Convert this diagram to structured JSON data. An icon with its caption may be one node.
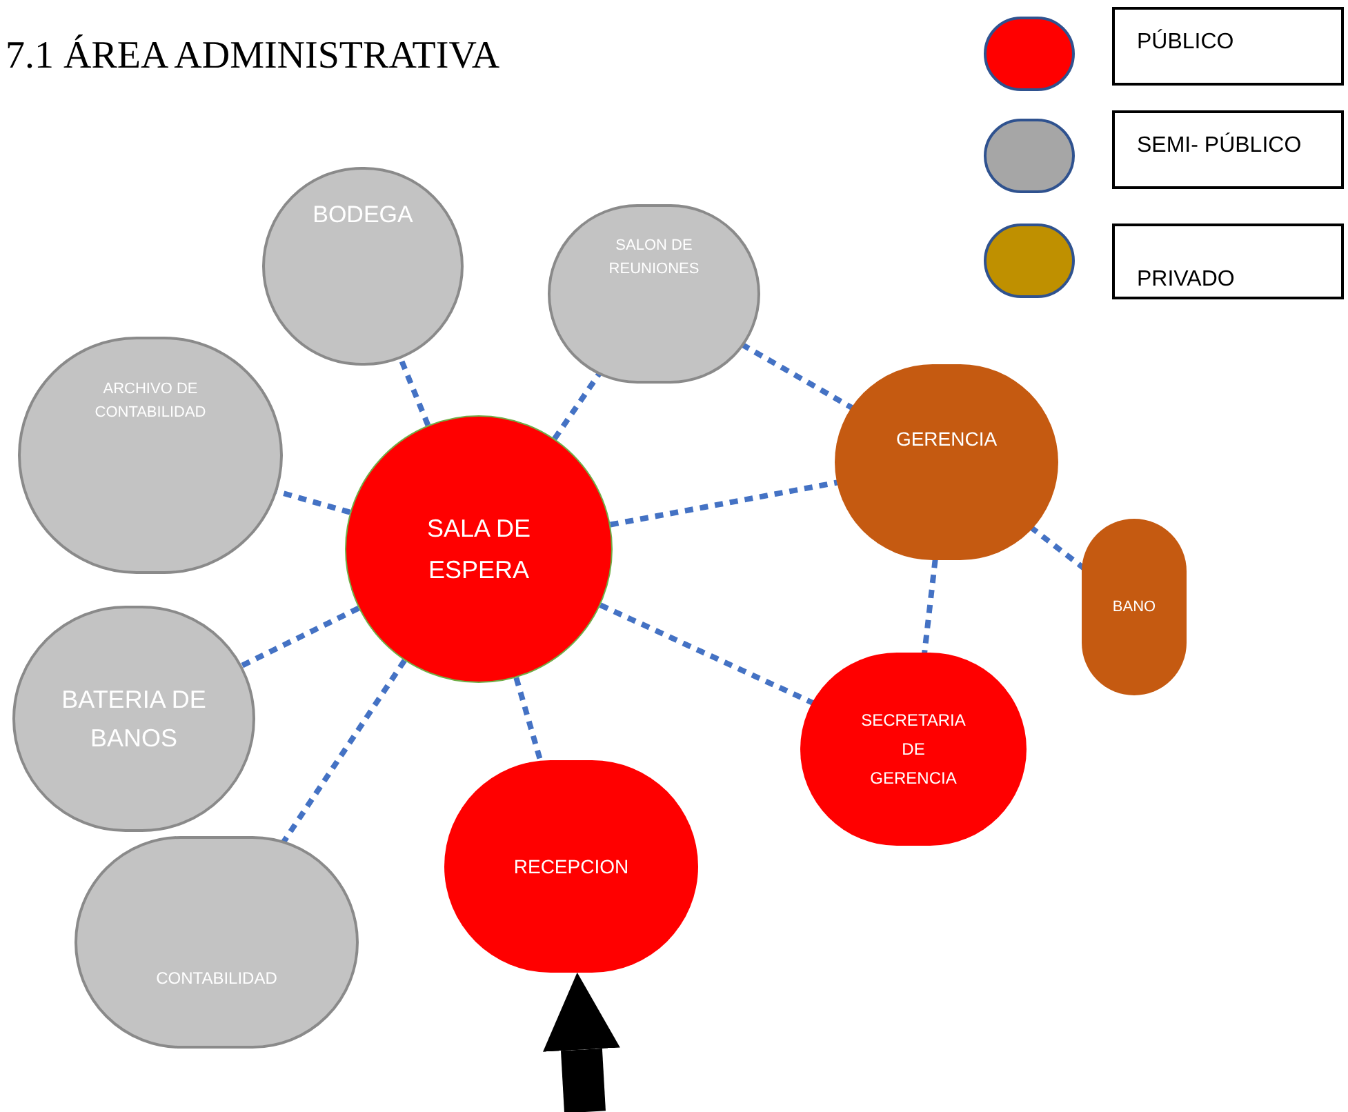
{
  "diagram": {
    "title": "7.1 ÁREA ADMINISTRATIVA",
    "nodes": [
      {
        "text": [
          "BODEGA"
        ]
      },
      {
        "text": [
          "SALON DE REUNIONES"
        ]
      },
      {
        "text": [
          "ARCHIVO DE CONTABILIDAD"
        ]
      },
      {
        "text": [
          "SALA DE ESPERA"
        ]
      },
      {
        "text": [
          "GERENCIA"
        ]
      },
      {
        "text": [
          "BANO"
        ]
      },
      {
        "text": [
          "BATERIA DE BANOS"
        ]
      },
      {
        "text": [
          "SECRETARIA DE GERENCIA"
        ]
      },
      {
        "text": [
          "RECEPCION"
        ]
      },
      {
        "text": [
          "CONTABILIDAD"
        ]
      }
    ],
    "edges": [
      {
        "from": 3,
        "to": 0,
        "arrow": "none",
        "style": "dashed"
      },
      {
        "from": 3,
        "to": 1,
        "arrow": "none",
        "style": "dashed"
      },
      {
        "from": 3,
        "to": 2,
        "arrow": "none",
        "style": "dashed"
      },
      {
        "from": 3,
        "to": 4,
        "arrow": "none",
        "style": "dashed"
      },
      {
        "from": 3,
        "to": 6,
        "arrow": "none",
        "style": "dashed"
      },
      {
        "from": 3,
        "to": 9,
        "arrow": "none",
        "style": "dashed"
      },
      {
        "from": 3,
        "to": 8,
        "arrow": "none",
        "style": "dashed"
      },
      {
        "from": 3,
        "to": 7,
        "arrow": "none",
        "style": "dashed"
      },
      {
        "from": 1,
        "to": 4,
        "arrow": "none",
        "style": "dashed"
      },
      {
        "from": 4,
        "to": 5,
        "arrow": "none",
        "style": "dashed"
      },
      {
        "from": 4,
        "to": 7,
        "arrow": "none",
        "style": "dashed"
      },
      {
        "from": null,
        "to": 8,
        "arrow": "to",
        "style": "thick",
        "color": "#000000"
      }
    ],
    "legend": [
      {
        "text": "PÚBLICO",
        "color": "#ff0000"
      },
      {
        "text": "SEMI- PÚBLICO",
        "color": "#a6a6a6"
      },
      {
        "text": "PRIVADO",
        "color": "#bf9000"
      }
    ]
  }
}
